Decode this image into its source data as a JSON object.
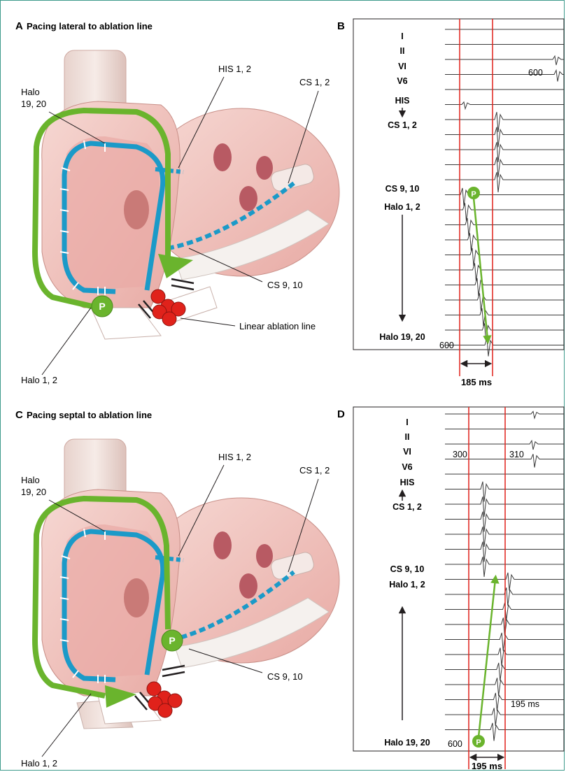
{
  "colors": {
    "frame": "#3d9a8b",
    "catheter": "#1b9ac8",
    "arrow": "#6ab42d",
    "ablation": "#e0221b",
    "marker": "#e0221b",
    "heart": "#f1c8c4",
    "vessel": "#eddad4"
  },
  "panels": {
    "a": {
      "letter": "A",
      "title": "Pacing lateral to ablation line",
      "labels": {
        "halo_19_20": "Halo\n19, 20",
        "his": "HIS 1, 2",
        "cs12": "CS 1, 2",
        "cs910": "CS 9, 10",
        "ablation": "Linear ablation line",
        "halo12": "Halo 1, 2"
      },
      "pace_symbol": "P"
    },
    "b": {
      "letter": "B",
      "leads": [
        "I",
        "II",
        "VI",
        "V6",
        "HIS",
        "CS 1, 2",
        "CS 9, 10",
        "Halo 1, 2",
        "Halo 19, 20"
      ],
      "interval_label": "185 ms",
      "annotation_top": "600",
      "annotation_bottom": "600",
      "pace_symbol": "P",
      "arrow_direction": "down"
    },
    "c": {
      "letter": "C",
      "title": "Pacing septal to ablation line",
      "labels": {
        "halo_19_20": "Halo\n19, 20",
        "his": "HIS 1, 2",
        "cs12": "CS 1, 2",
        "cs910": "CS 9, 10",
        "halo12": "Halo 1, 2"
      },
      "pace_symbol": "P"
    },
    "d": {
      "letter": "D",
      "leads": [
        "I",
        "II",
        "VI",
        "V6",
        "HIS",
        "CS 1, 2",
        "CS 9, 10",
        "Halo 1, 2",
        "Halo 19, 20"
      ],
      "interval_label": "195 ms",
      "annotation_300": "300",
      "annotation_310": "310",
      "annotation_inner": "195 ms",
      "annotation_bottom": "600",
      "pace_symbol": "P",
      "arrow_direction": "up"
    }
  }
}
